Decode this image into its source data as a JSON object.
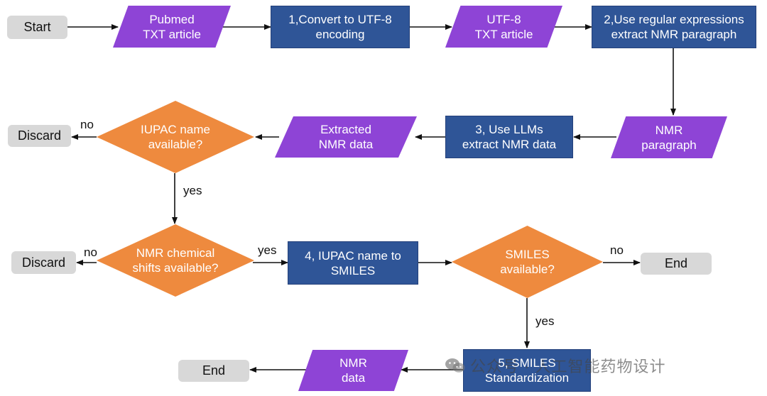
{
  "nodes": {
    "start": "Start",
    "pubmed_txt": "Pubmed\nTXT article",
    "convert_utf8": "1,Convert to UTF-8\nencoding",
    "utf8_txt": "UTF-8\nTXT article",
    "regex_extract": "2,Use regular expressions\nextract NMR paragraph",
    "nmr_paragraph": "NMR\nparagraph",
    "llm_extract": "3, Use LLMs\nextract NMR data",
    "extracted_nmr": "Extracted\nNMR data",
    "iupac_decision": "IUPAC name\navailable?",
    "discard_1": "Discard",
    "shifts_decision": "NMR chemical\nshifts available?",
    "discard_2": "Discard",
    "iupac_to_smiles": "4, IUPAC name to\nSMILES",
    "smiles_decision": "SMILES\navailable?",
    "end_1": "End",
    "standardization": "5, SMILES\nStandardization",
    "nmr_data": "NMR\ndata",
    "end_2": "End"
  },
  "edge_labels": {
    "iupac_no": "no",
    "iupac_yes": "yes",
    "shifts_no": "no",
    "shifts_yes": "yes",
    "smiles_no": "no",
    "smiles_yes": "yes"
  },
  "watermark": "公众号 · 人工智能药物设计",
  "colors": {
    "terminal": "#d8d8d8",
    "process": "#2f5597",
    "data": "#8e44d6",
    "decision": "#ee8a3e"
  }
}
